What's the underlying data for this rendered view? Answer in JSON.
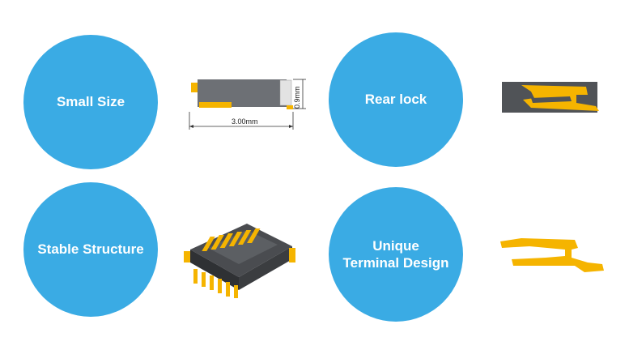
{
  "colors": {
    "circle": "#3aabe4",
    "connector_body": "#6d7075",
    "terminal": "#f5b400",
    "dark": "#3b3d40"
  },
  "features": [
    {
      "label": "Small Size"
    },
    {
      "label": "Rear lock"
    },
    {
      "label": "Stable Structure"
    },
    {
      "label_line1": "Unique",
      "label_line2": "Terminal Design"
    }
  ],
  "dimensions": {
    "width": "3.00mm",
    "height": "0.9mm"
  }
}
